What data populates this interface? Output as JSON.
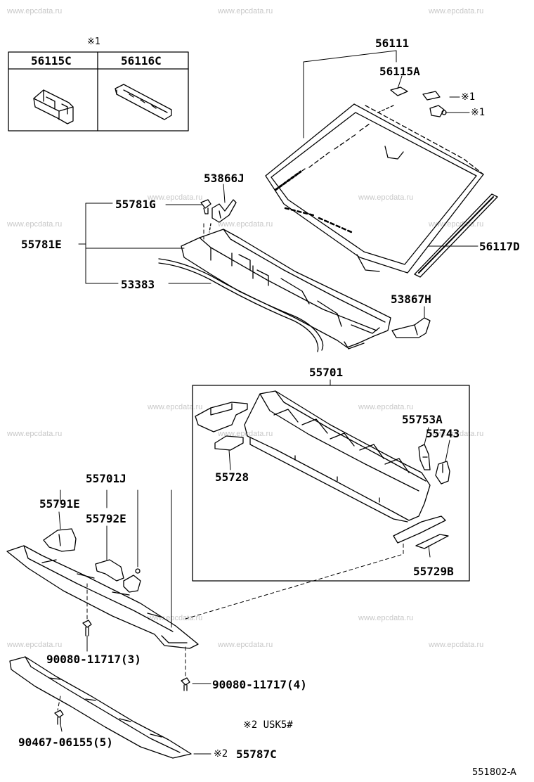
{
  "watermark": "www.epcdata.ru",
  "figure_id": "551802-A",
  "inset": {
    "mark": "※1",
    "col1": "56115C",
    "col2": "56116C"
  },
  "notes": {
    "usk5": "※2 USK5#",
    "mark1a": "※1",
    "mark1b": "※1",
    "mark2": "※2"
  },
  "parts": {
    "p56111": "56111",
    "p56115A": "56115A",
    "p53866J": "53866J",
    "p55781G": "55781G",
    "p55781E": "55781E",
    "p53383": "53383",
    "p56117D": "56117D",
    "p53867H": "53867H",
    "p55701": "55701",
    "p55753A": "55753A",
    "p55743": "55743",
    "p55728": "55728",
    "p55701J": "55701J",
    "p55791E": "55791E",
    "p55792E": "55792E",
    "p55729B": "55729B",
    "p90080a": "90080-11717(3)",
    "p90080b": "90080-11717(4)",
    "p90467": "90467-06155(5)",
    "p55787C": "55787C"
  }
}
